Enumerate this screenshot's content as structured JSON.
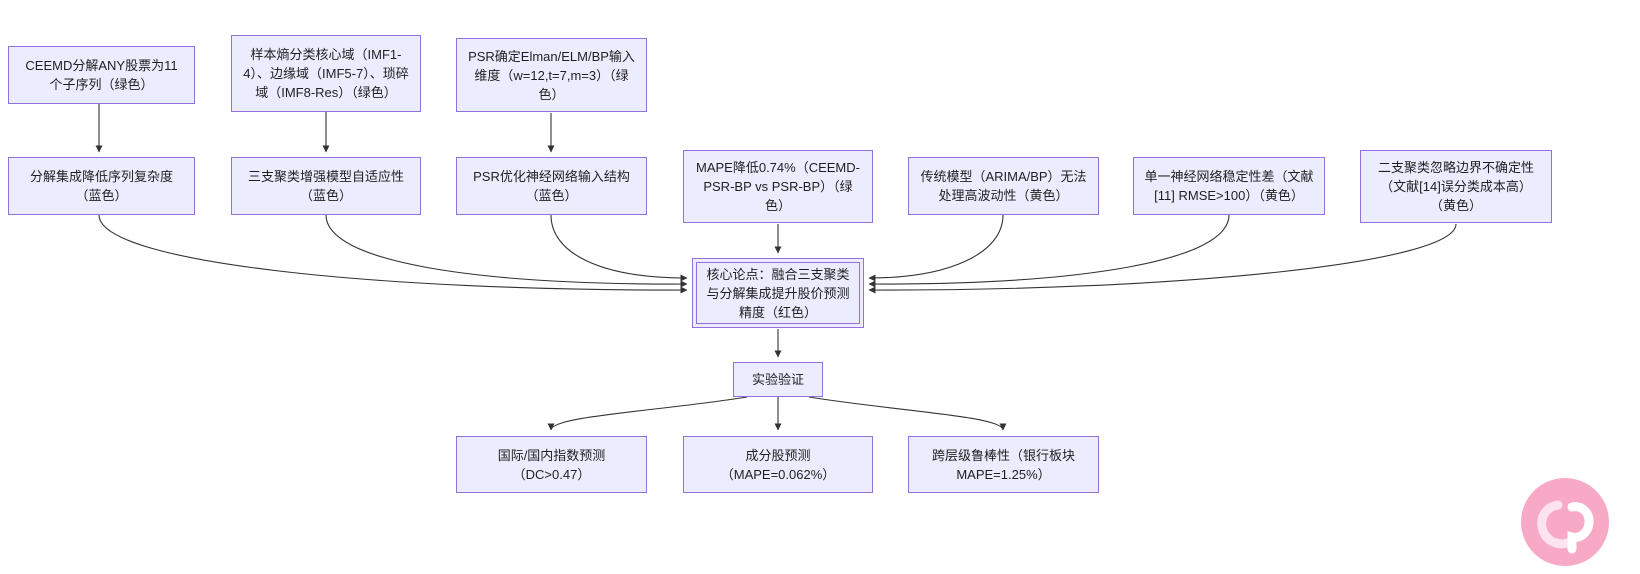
{
  "diagram": {
    "nodes": [
      {
        "id": "ceemd-decompose",
        "label": "CEEMD分解ANY股票为11个子序列（绿色）"
      },
      {
        "id": "sample-entropy-domains",
        "label": "样本熵分类核心域（IMF1-4）、边缘域（IMF5-7）、琐碎域（IMF8-Res）（绿色）"
      },
      {
        "id": "psr-input-dimension",
        "label": "PSR确定Elman/ELM/BP输入维度（w=12,t=7,m=3）（绿色）"
      },
      {
        "id": "decomposition-complexity",
        "label": "分解集成降低序列复杂度（蓝色）"
      },
      {
        "id": "three-way-clustering-adaptivity",
        "label": "三支聚类增强模型自适应性（蓝色）"
      },
      {
        "id": "psr-input-structure",
        "label": "PSR优化神经网络输入结构（蓝色）"
      },
      {
        "id": "mape-improvement",
        "label": "MAPE降低0.74%（CEEMD-PSR-BP vs PSR-BP）（绿色）"
      },
      {
        "id": "traditional-model-limitation",
        "label": "传统模型（ARIMA/BP）无法处理高波动性（黄色）"
      },
      {
        "id": "single-nn-instability",
        "label": "单一神经网络稳定性差（文献[11] RMSE>100）（黄色）"
      },
      {
        "id": "two-way-clustering-limitation",
        "label": "二支聚类忽略边界不确定性（文献[14]误分类成本高）（黄色）"
      },
      {
        "id": "core-thesis",
        "label": "核心论点：融合三支聚类与分解集成提升股价预测精度（红色）"
      },
      {
        "id": "experiment-validation",
        "label": "实验验证"
      },
      {
        "id": "index-prediction",
        "label": "国际/国内指数预测（DC>0.47）"
      },
      {
        "id": "constituent-stock-prediction",
        "label": "成分股预测（MAPE=0.062%）"
      },
      {
        "id": "cross-level-robustness",
        "label": "跨层级鲁棒性（银行板块 MAPE=1.25%）"
      }
    ]
  },
  "colors": {
    "node_fill": "#ECECFF",
    "node_border": "#9370DB",
    "arrow": "#333333",
    "watermark_pink": "#F8A9C6",
    "background": "#FFFFFF"
  },
  "icons": {
    "watermark": "pink-badge-logo"
  }
}
